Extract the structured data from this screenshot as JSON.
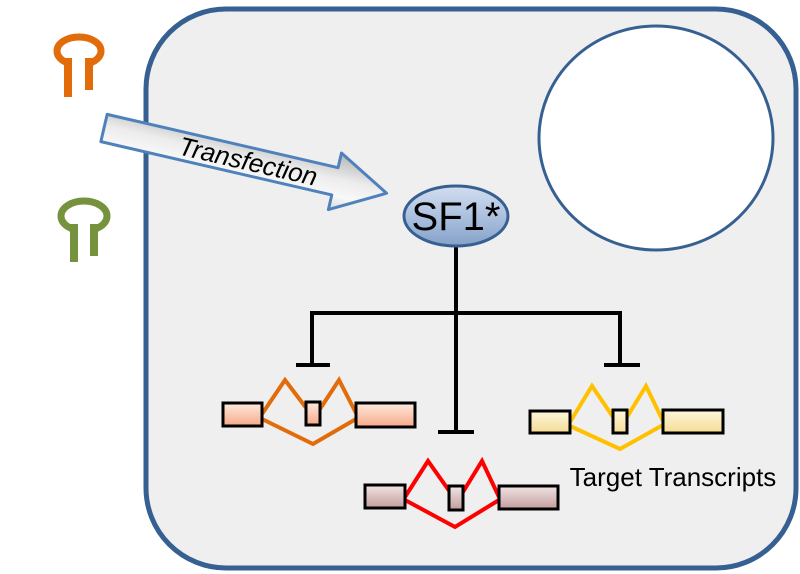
{
  "labels": {
    "transfection": "Transfection",
    "sf1": "SF1*",
    "target_transcripts": "Target Transcripts"
  },
  "colors": {
    "cell_fill": "#EFEFEF",
    "cell_border": "#376092",
    "nucleus_fill": "#FFFFFF",
    "nucleus_border": "#376092",
    "arrow_border": "#4F81BD",
    "sf1_border": "#376092",
    "inhibition_line": "#000000",
    "hairpin_orange": "#E36C0A",
    "hairpin_green": "#76923C",
    "transcript_orange_stroke": "#E36C0A",
    "transcript_red_stroke": "#FF0000",
    "transcript_yellow_stroke": "#FFC000",
    "exon_border": "#000000"
  },
  "elements": {
    "hairpins": [
      {
        "name": "orange-shrna-hairpin",
        "color": "#E36C0A"
      },
      {
        "name": "green-shrna-hairpin",
        "color": "#76923C"
      }
    ],
    "transcripts": [
      {
        "name": "orange-transcript",
        "stroke": "#E36C0A",
        "exon_count": 3
      },
      {
        "name": "red-transcript",
        "stroke": "#FF0000",
        "exon_count": 3
      },
      {
        "name": "yellow-transcript",
        "stroke": "#FFC000",
        "exon_count": 3
      }
    ],
    "inhibition_arrows": 3
  }
}
